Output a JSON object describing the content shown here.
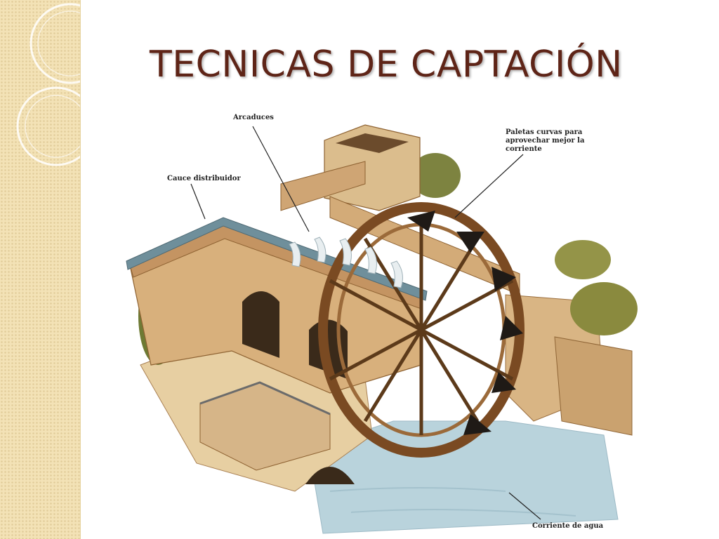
{
  "slide": {
    "title": "TECNICAS DE CAPTACIÓN"
  },
  "illustration": {
    "subject": "noria-water-wheel",
    "callouts": {
      "arcaduces": "Arcaduces",
      "paletas_line1": "Paletas curvas para",
      "paletas_line2": "aprovechar mejor la",
      "paletas_line3": "corriente",
      "cauce": "Cauce distribuidor",
      "corriente": "Corriente de agua"
    }
  },
  "colors": {
    "title": "#5e2417",
    "sidebar": "#f3e2b6",
    "stone": "#c9a06e",
    "wood": "#7a4a22",
    "water": "#b9d3dc"
  }
}
